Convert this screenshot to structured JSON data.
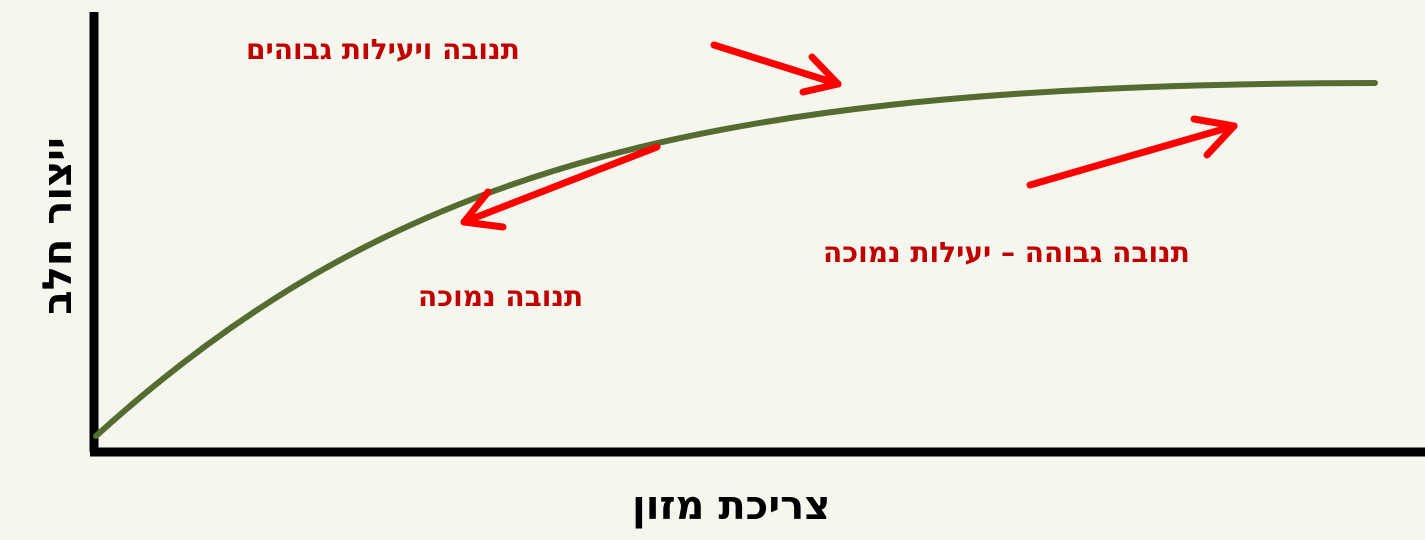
{
  "colors": {
    "background": "#f5f7ef",
    "axis": "#000000",
    "curve": "#556b2f",
    "annotation": "#c00000",
    "arrow": "#ff0000"
  },
  "axes": {
    "x_label": "צריכת מזון",
    "y_label": "ייצור חלב"
  },
  "annotations": {
    "high_yield_efficiency": "תנובה ויעילות גבוהים",
    "low_yield": "תנובה נמוכה",
    "high_yield_low_efficiency": "תנובה גבוהה – יעילות נמוכה"
  },
  "icons": {
    "arrow_1": "arrow-right-down-icon",
    "arrow_2": "arrow-left-down-icon",
    "arrow_3": "arrow-right-up-icon"
  }
}
